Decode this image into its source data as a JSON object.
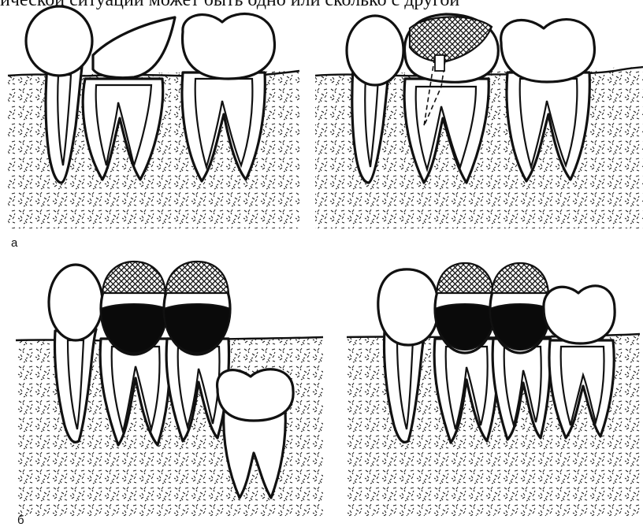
{
  "caption_fragment": "ической ситуации может быть одно или сколько с другой",
  "panels": [
    {
      "label": "а"
    },
    {
      "label": ""
    },
    {
      "label": "б"
    },
    {
      "label": ""
    }
  ]
}
